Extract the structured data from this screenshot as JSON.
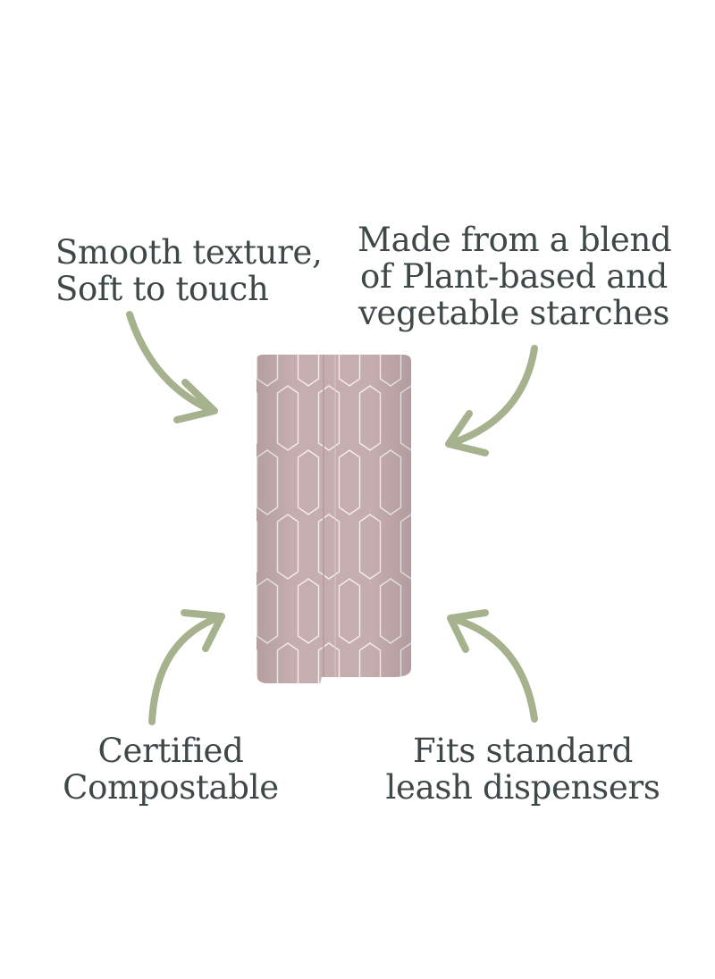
{
  "features": {
    "top_left": [
      "Smooth texture,",
      "Soft to touch"
    ],
    "top_right": [
      "Made from a blend",
      "of Plant-based and",
      "vegetable starches"
    ],
    "bottom_left": [
      "Certified",
      "Compostable"
    ],
    "bottom_right": [
      "Fits standard",
      "leash dispensers"
    ]
  },
  "colors": {
    "text": "#3f4848",
    "arrow": "#a6b28e",
    "roll": "#c3a9ab",
    "pattern": "#ffffff"
  },
  "icons": [
    "curved-arrow-icon"
  ]
}
